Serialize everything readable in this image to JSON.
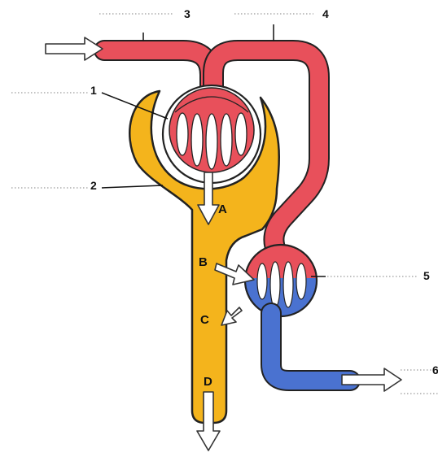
{
  "colors": {
    "blood_oxygenated": "#e8505b",
    "blood_deoxygenated": "#4a72d0",
    "tubule": "#f4b41c",
    "outline": "#222222"
  },
  "labels": {
    "n1": "1",
    "n2": "2",
    "n3": "3",
    "n4": "4",
    "n5": "5",
    "n6": "6"
  },
  "markers": {
    "a": "A",
    "b": "B",
    "c": "C",
    "d": "D"
  },
  "icons": {
    "flow_arrow": "hollow-arrow"
  }
}
